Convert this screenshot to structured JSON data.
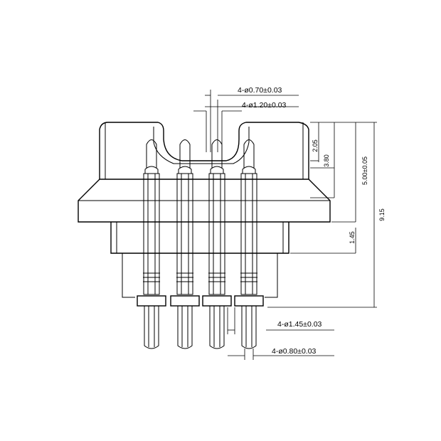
{
  "callouts": {
    "pin_tip_dia": "4-ø0.70±0.03",
    "pin_head_dia": "4-ø1.20±0.03",
    "pin_body_dia": "4-ø1.45±0.03",
    "pin_tail_dia": "4-ø0.80±0.03"
  },
  "dimensions": {
    "tip_height": "2.05",
    "head_height": "3.80",
    "upper_height": "5.00±0.05",
    "flange_to_shoulder": "1.45",
    "overall_height": "9.15"
  }
}
